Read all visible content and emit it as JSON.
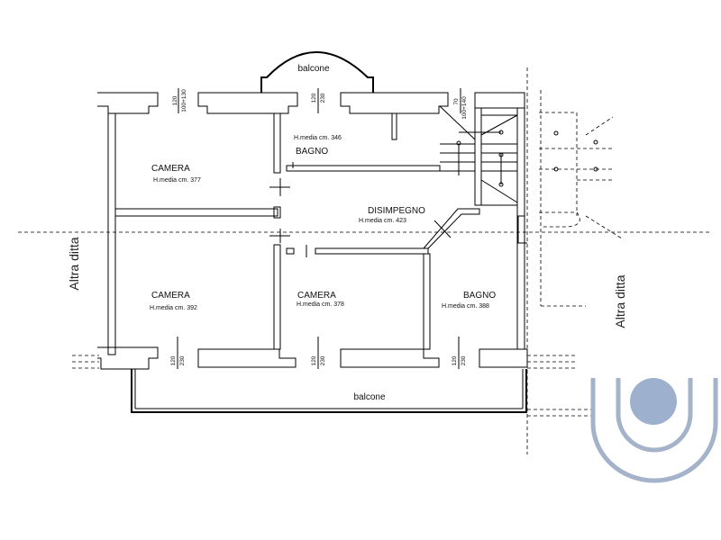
{
  "rooms": {
    "camera_top": {
      "name": "CAMERA",
      "height": "H.media cm. 377"
    },
    "bagno_top": {
      "name": "BAGNO",
      "height": "H.media cm. 346"
    },
    "disimpegno": {
      "name": "DISIMPEGNO",
      "height": "H.media cm. 423"
    },
    "camera_bl": {
      "name": "CAMERA",
      "height": "H.media cm. 392"
    },
    "camera_bm": {
      "name": "CAMERA",
      "height": "H.media cm. 378"
    },
    "bagno_br": {
      "name": "BAGNO",
      "height": "H.media cm. 388"
    }
  },
  "balconies": {
    "top": "balcone",
    "bottom": "balcone"
  },
  "neighbors": {
    "left": "Altra ditta",
    "right": "Altra ditta"
  },
  "openings": {
    "w1": {
      "a": "120",
      "b": "100+130"
    },
    "w2": {
      "a": "120",
      "b": "230"
    },
    "w3": {
      "a": "70",
      "b": "100+140"
    },
    "w4": {
      "a": "120",
      "b": "230"
    },
    "w5": {
      "a": "120",
      "b": "230"
    },
    "w6": {
      "a": "120",
      "b": "230"
    }
  },
  "colors": {
    "logo": "#A4B2CA",
    "logo_dot": "#9DB0CE",
    "lines": "#000000"
  }
}
